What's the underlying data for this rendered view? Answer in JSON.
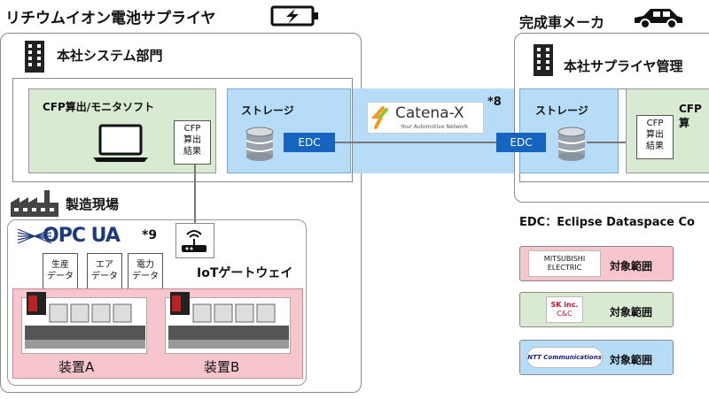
{
  "left_company": {
    "title": "リチウムイオン電池サプライヤ",
    "hq_title": "本社システム部門",
    "cfp_software_label": "CFP算出/モニタソフト",
    "cfp_doc": [
      "CFP",
      "算出",
      "結果"
    ],
    "storage_label": "ストレージ",
    "edc_label": "EDC",
    "factory_title": "製造現場",
    "opcua_label": "OPC UA",
    "opcua_note": "*9",
    "data_docs": [
      [
        "生産",
        "データ"
      ],
      [
        "エア",
        "データ"
      ],
      [
        "電力",
        "データ"
      ]
    ],
    "iot_gateway_label": "IoTゲートウェイ",
    "device_a_label": "装置A",
    "device_b_label": "装置B"
  },
  "network": {
    "catenax_name": "Catena-X",
    "catenax_tagline": "Your Automotive Network",
    "note": "*8"
  },
  "right_company": {
    "title": "完成車メーカ",
    "hq_title": "本社サプライヤ管理",
    "storage_label": "ストレージ",
    "edc_label": "EDC",
    "cfp_software_label": "CFP算",
    "cfp_doc": [
      "CFP",
      "算出",
      "結果"
    ]
  },
  "edc_definition": "EDC：Eclipse Dataspace Co",
  "legend": [
    {
      "logo_lines": [
        "MITSUBISHI",
        "ELECTRIC"
      ],
      "label": "対象範囲",
      "color": "#f7c6cc"
    },
    {
      "logo_lines": [
        "SK inc.",
        "C&C"
      ],
      "label": "対象範囲",
      "color": "#d9ead3"
    },
    {
      "logo_lines": [
        "NTT Communications"
      ],
      "label": "対象範囲",
      "color": "#b7dcf7"
    }
  ],
  "colors": {
    "pink": "#f7c6cc",
    "green": "#d9ead3",
    "blue": "#b7dcf7",
    "edc_blue": "#1565c0"
  }
}
